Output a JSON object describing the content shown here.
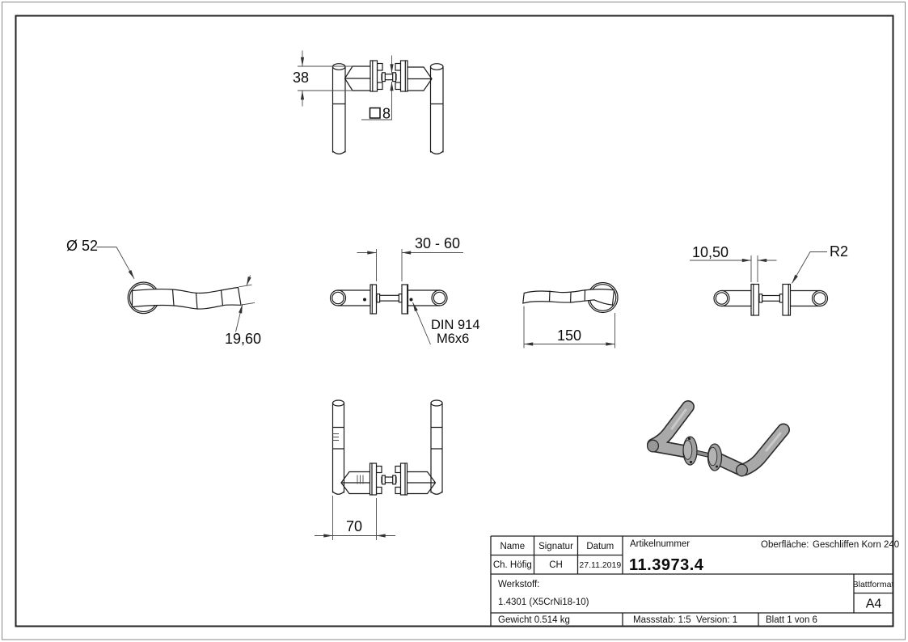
{
  "views": {
    "top": {
      "dim_width": "38",
      "dim_square": "8"
    },
    "front_left": {
      "dim_diameter": "Ø 52",
      "dim_thickness": "19,60"
    },
    "assembly_top": {
      "dim_backset_range": "30 - 60",
      "screw_note_line1": "DIN 914",
      "screw_note_line2": "M6x6"
    },
    "front_right": {
      "dim_length": "150"
    },
    "rosette": {
      "dim_rosette_height": "10,50",
      "dim_corner_radius": "R2"
    },
    "bottom": {
      "dim_grip_offset": "70"
    }
  },
  "title_block": {
    "name_label": "Name",
    "signature_label": "Signatur",
    "date_label": "Datum",
    "name_value": "Ch. Höfig",
    "signature_value": "CH",
    "date_value": "27.11.2019",
    "article_label": "Artikelnummer",
    "article_number": "11.3973.4",
    "surface_label": "Oberfläche:",
    "surface_value": "Geschliffen Korn 240",
    "material_label": "Werkstoff:",
    "material_value": "1.4301 (X5CrNi18-10)",
    "sheet_format_label": "Blattformat",
    "sheet_format_value": "A4",
    "weight": "Gewicht 0.514 kg",
    "scale": "Massstab: 1:5",
    "version": "Version: 1",
    "sheet": "Blatt 1 von 6"
  },
  "colors": {
    "line": "#1b1b1b",
    "dimension": "#4a4a4a",
    "metal_gray": "#a9a9a9"
  }
}
